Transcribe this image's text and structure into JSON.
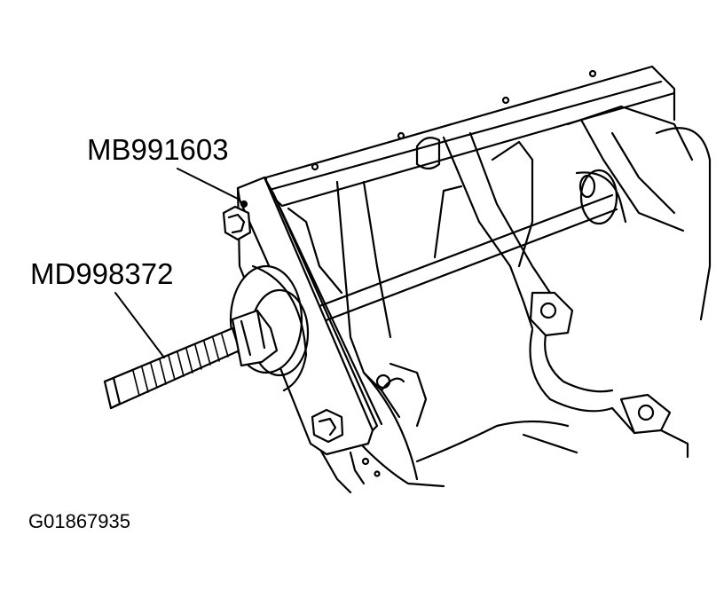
{
  "labels": {
    "top_part_number": "MB991603",
    "lower_part_number": "MD998372",
    "figure_id": "G01867935"
  },
  "colors": {
    "ink": "#000000",
    "paper": "#ffffff"
  }
}
